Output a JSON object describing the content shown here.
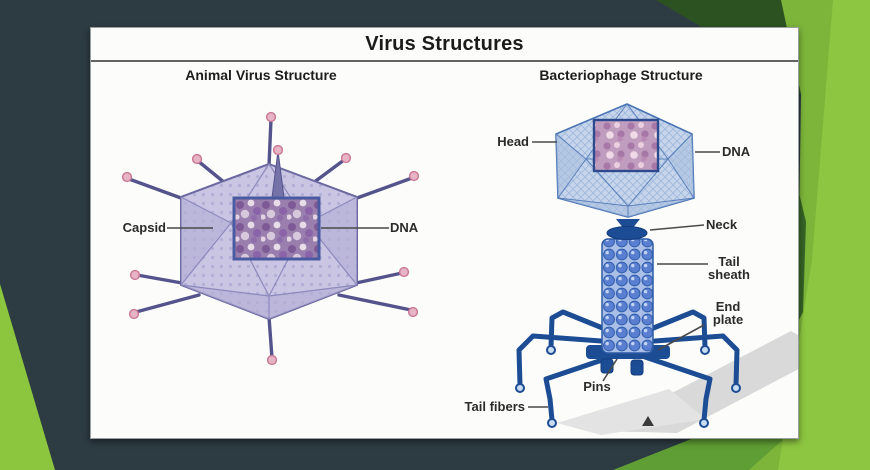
{
  "slide": {
    "title": "Virus Structures",
    "colors": {
      "background_teal": "#2d3b43",
      "panel": "#fcfcfa",
      "green_bright": "#8cc63e",
      "green_main": "#7cb53a",
      "green_medium": "#5f9e34",
      "green_dark": "#2c5222",
      "title_text": "#1b1b1b",
      "label_text": "#2b2b2b"
    }
  },
  "animal_virus": {
    "heading": "Animal Virus Structure",
    "labels": {
      "capsid": "Capsid",
      "dna": "DNA"
    },
    "colors": {
      "capsid_fill": "#c9c5e3",
      "capsid_outline": "#6b68a0",
      "spike": "#55538c",
      "spike_tip": "#e7b4c6",
      "dna_window_border": "#4a5aa0",
      "dna_window_fill": "#9a7fae"
    }
  },
  "bacteriophage": {
    "heading": "Bacteriophage Structure",
    "labels": {
      "head": "Head",
      "dna": "DNA",
      "neck": "Neck",
      "tail_sheath": "Tail sheath",
      "end_plate": "End plate",
      "pins": "Pins",
      "tail_fibers": "Tail fibers"
    },
    "colors": {
      "head_fill": "#c6d5eb",
      "outline_blue": "#4a74b4",
      "dark_blue": "#1c4c94",
      "sheath_bump": "#5b7fd0",
      "shadow_gray": "#d9d9d9"
    }
  }
}
